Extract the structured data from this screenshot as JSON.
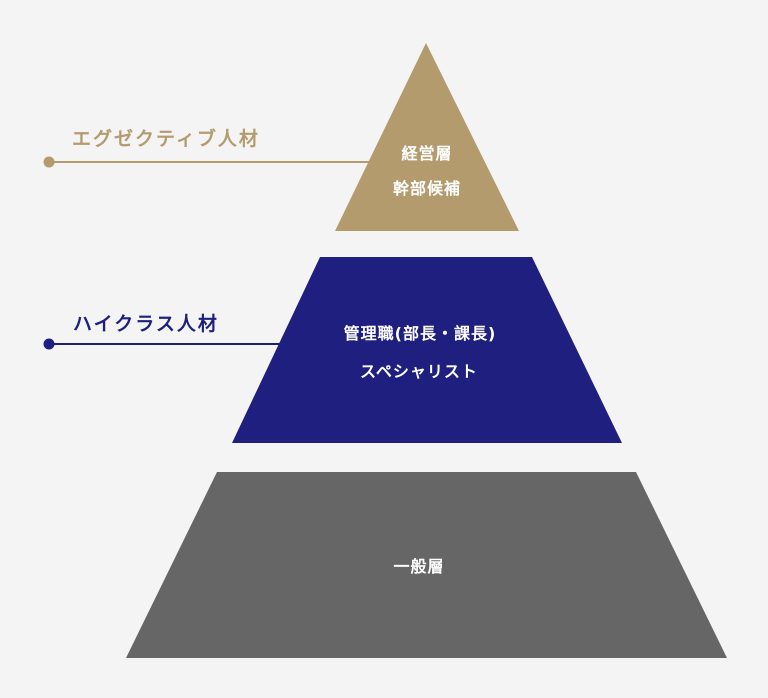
{
  "colors": {
    "background": "#f4f4f4",
    "executive": "#b39b6e",
    "highclass": "#1e1f7e",
    "general": "#666666",
    "tier_text": "#ffffff"
  },
  "labels": {
    "executive": "エグゼクティブ人材",
    "highclass": "ハイクラス人材"
  },
  "tiers": [
    {
      "id": "top",
      "shape": "triangle",
      "lines": [
        "経営層",
        "幹部候補"
      ]
    },
    {
      "id": "middle",
      "shape": "trapezoid",
      "lines": [
        "管理職(部長・課長)",
        "スペシャリスト"
      ]
    },
    {
      "id": "bottom",
      "shape": "trapezoid",
      "lines": [
        "一般層"
      ]
    }
  ]
}
